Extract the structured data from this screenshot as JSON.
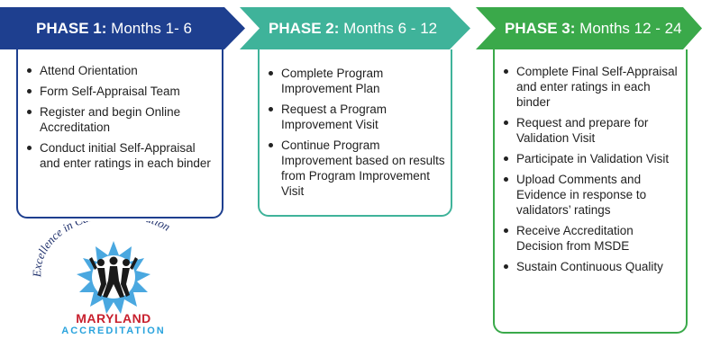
{
  "colors": {
    "phase1": "#1e3f8f",
    "phase2": "#3fb39a",
    "phase3": "#3aa94a",
    "logo_star": "#4aa8e0",
    "logo_red": "#c8202e",
    "logo_blue": "#29a3dd"
  },
  "phases": [
    {
      "label": "PHASE 1:",
      "period": "Months 1- 6",
      "items": [
        "Attend Orientation",
        "Form Self-Appraisal Team",
        "Register and begin Online Accreditation",
        "Conduct initial Self-Appraisal and enter ratings in each binder"
      ]
    },
    {
      "label": "PHASE 2:",
      "period": "Months 6 - 12",
      "items": [
        "Complete Program Improvement Plan",
        "Request a Program Improvement Visit",
        "Continue Program Improvement based on results from Program Improvement Visit"
      ]
    },
    {
      "label": "PHASE 3:",
      "period": "Months 12 - 24",
      "items": [
        "Complete Final Self-Appraisal and enter ratings in each binder",
        "Request and prepare for Validation Visit",
        "Participate in Validation Visit",
        "Upload Comments and Evidence in response to validators’ ratings",
        "Receive Accreditation Decision from MSDE",
        "Sustain Continuous Quality"
      ]
    }
  ],
  "logo": {
    "tagline": "Excellence in Care and Education",
    "state": "MARYLAND",
    "program": "ACCREDITATION"
  }
}
